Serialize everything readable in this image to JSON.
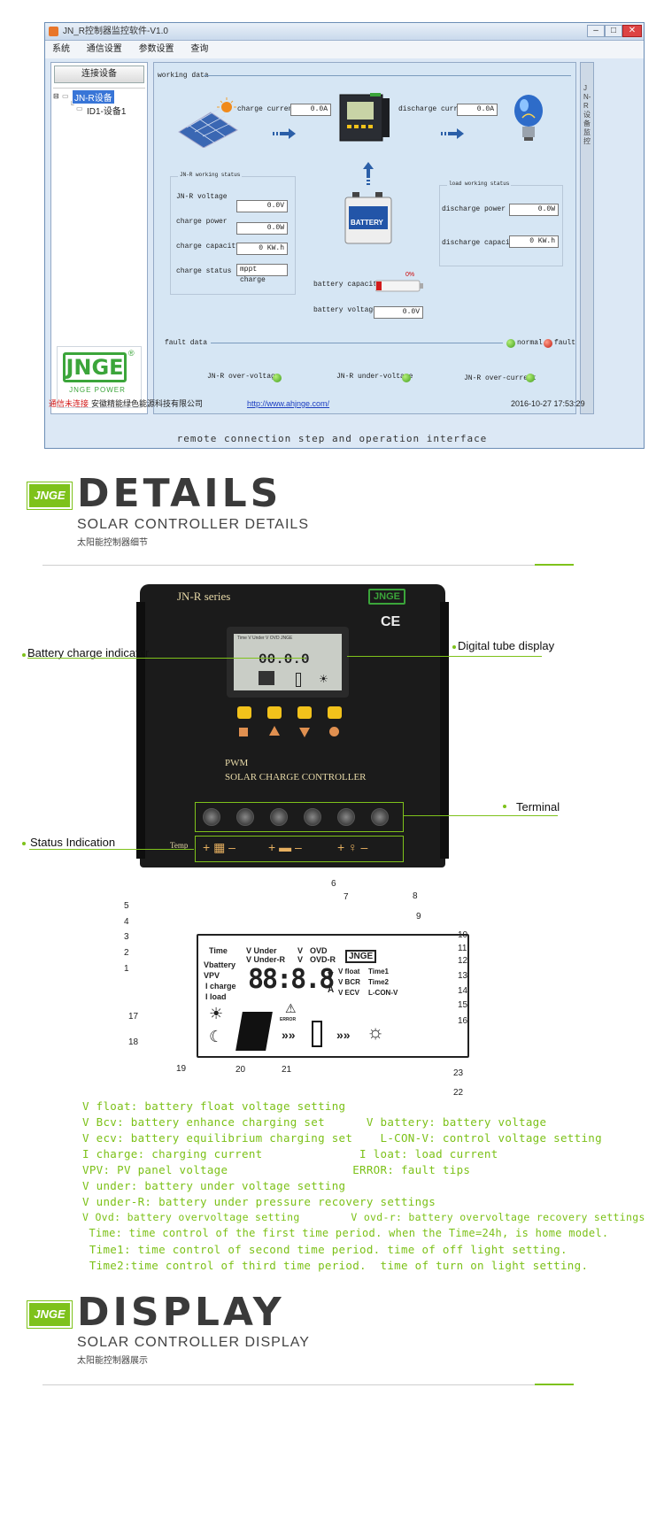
{
  "window": {
    "title": "JN_R控制器监控软件-V1.0",
    "menu": [
      "系统",
      "通信设置",
      "参数设置",
      "查询"
    ],
    "connect_button": "连接设备",
    "tree": {
      "root": "JN-R设备",
      "child": "ID1-设备1"
    },
    "logo_text": "JNGE",
    "logo_sub": "JNGE   POWER",
    "right_tab": "JN-R设备监控",
    "working_data_label": "working data",
    "charge_current_label": "charge current",
    "charge_current_value": "0.0A",
    "discharge_current_label": "discharge current",
    "discharge_current_value": "0.0A",
    "jnr_status": {
      "title": "JN-R working status",
      "voltage_label": "JN-R voltage",
      "voltage_value": "0.0V",
      "power_label": "charge power",
      "power_value": "0.0W",
      "capacity_label": "charge capacity",
      "capacity_value": "0 KW.h",
      "status_label": "charge status",
      "status_value": "mppt charge"
    },
    "battery_label": "BATTERY",
    "battery_capacity_label": "battery capacity",
    "battery_capacity_pct": "0%",
    "battery_voltage_label": "battery voltage",
    "battery_voltage_value": "0.0V",
    "load_status": {
      "title": "load working status",
      "power_label": "discharge power",
      "power_value": "0.0W",
      "capacity_label": "discharge capacity",
      "capacity_value": "0 KW.h"
    },
    "fault_label": "fault data",
    "normal_label": "normal",
    "fault_legend": "fault",
    "faults": [
      "JN-R over-voltage",
      "JN-R under-voltage",
      "JN-R over-current"
    ],
    "status": {
      "conn": "通信未连接",
      "company": "安徽精能绿色能源科技有限公司",
      "url": "http://www.ahjnge.com/",
      "datetime": "2016-10-27 17:53:29"
    }
  },
  "caption": "remote connection step and operation interface",
  "details": {
    "logo": "JNGE",
    "title": "DETAILS",
    "subtitle": "SOLAR CONTROLLER DETAILS",
    "cn": "太阳能控制器细节"
  },
  "device": {
    "series": "JN-R series",
    "brand": "JNGE",
    "ce": "CE",
    "pwm": "PWM",
    "name": "SOLAR CHARGE CONTROLLER",
    "temp": "Temp",
    "lcd_digits": "00.0.0"
  },
  "callouts": {
    "battery_indicator": "Battery charge indicator",
    "digital_display": "Digital tube display",
    "terminal": "Terminal",
    "status_indication": "Status Indication"
  },
  "lcd_diagram": {
    "labels": {
      "time": "Time",
      "vbattery": "Vbattery",
      "vpv": "VPV",
      "icharge": "I charge",
      "iload": "I load",
      "vunder": "V Under",
      "vunderr": "V Under-R",
      "v1": "V",
      "v2": "V",
      "ovd": "OVD",
      "ovdr": "OVD-R",
      "vfloat": "V float",
      "time1": "Time1",
      "vbcr": "V BCR",
      "time2": "Time2",
      "vecv": "V ECV",
      "lconv": "L-CON-V",
      "digits": "88:8.8",
      "volt": "V",
      "amp": "A",
      "error": "ERROR",
      "brand": "JNGE"
    },
    "numbers": [
      "1",
      "2",
      "3",
      "4",
      "5",
      "6",
      "7",
      "8",
      "9",
      "10",
      "11",
      "12",
      "13",
      "14",
      "15",
      "16",
      "17",
      "18",
      "19",
      "20",
      "21",
      "22",
      "23"
    ]
  },
  "legend": [
    "V float: battery float voltage setting",
    "V Bcv: battery enhance charging set      V battery: battery voltage",
    "V ecv: battery equilibrium charging set    L-CON-V: control voltage setting",
    "I charge: charging current              I loat: load current",
    "VPV: PV panel voltage                  ERROR: fault tips",
    "V under: battery under voltage setting",
    "V under-R: battery under pressure recovery settings",
    "V Ovd: battery overvoltage setting        V ovd-r: battery overvoltage recovery settings",
    " Time: time control of the first time period. when the Time=24h, is home model.",
    " Time1: time control of second time period. time of off light setting.",
    " Time2:time control of third time period.  time of turn on light setting."
  ],
  "display": {
    "logo": "JNGE",
    "title": "DISPLAY",
    "subtitle": "SOLAR CONTROLLER DISPLAY",
    "cn": "太阳能控制器展示"
  },
  "colors": {
    "accent": "#7ec21b",
    "window_bg": "#dce8f5",
    "device": "#1b1b1b",
    "lcd": "#c9cdc6",
    "button": "#f2c21b"
  }
}
